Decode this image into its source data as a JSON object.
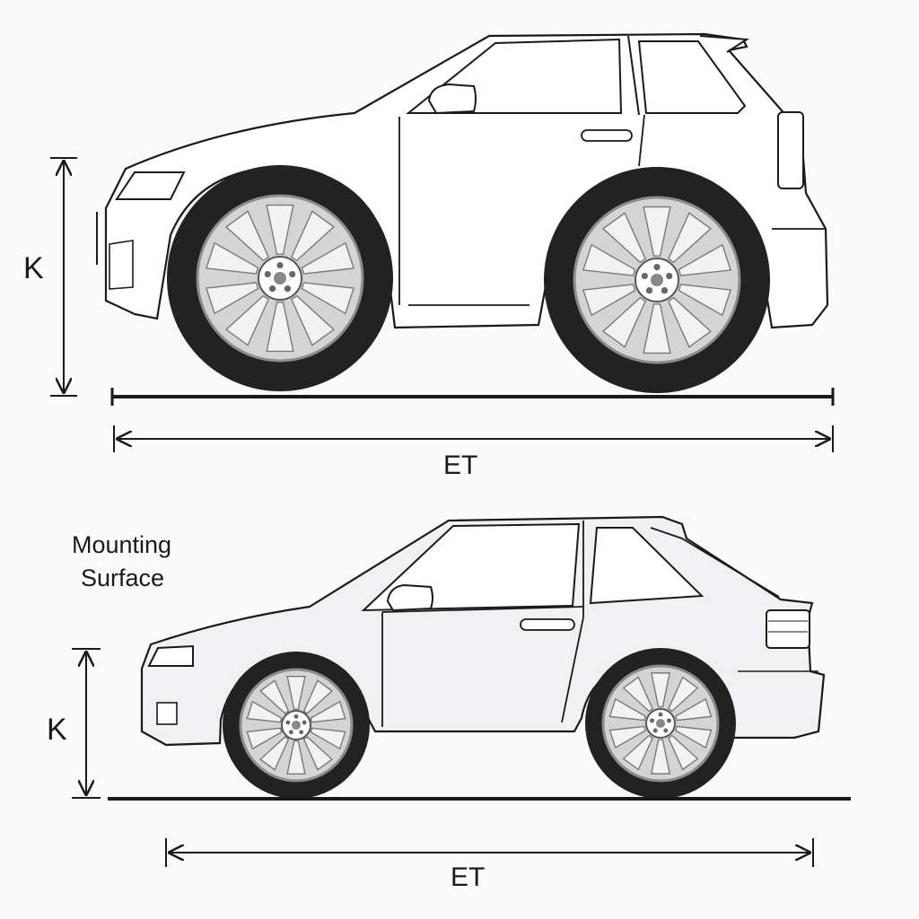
{
  "top_diagram": {
    "height_label": "K",
    "offset_label": "ET"
  },
  "bottom_diagram": {
    "surface_label_line1": "Mounting",
    "surface_label_line2": "Surface",
    "height_label": "K",
    "offset_label": "ET"
  },
  "colors": {
    "line": "#1a1a1a",
    "body_fill": "#ffffff",
    "body_fill_bottom": "#f1f1f3",
    "tire": "#222222",
    "rim": "#bdbdbd",
    "rim_dark": "#8c8c8c",
    "background": "#fafafa"
  }
}
